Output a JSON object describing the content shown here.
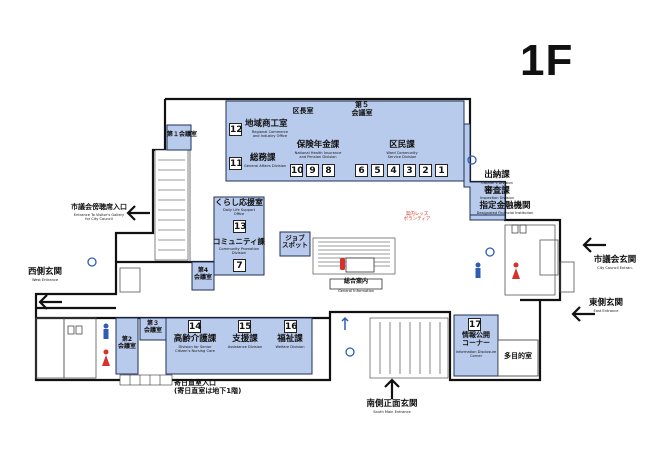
{
  "floor_label": "1F",
  "colors": {
    "room_fill": "#b9cbec",
    "room_stroke": "#1f2f57",
    "wall": "#111111",
    "hall": "#ffffff",
    "red": "#d4322a",
    "blue": "#2f5db3"
  },
  "icons": [
    "elevator-icon",
    "restroom-male-icon",
    "restroom-female-icon",
    "wheelchair-icon",
    "phone-icon",
    "staircase-icon",
    "escalator-icon",
    "arrow-icon"
  ],
  "rooms": {
    "gichou": {
      "name": "区長室"
    },
    "kaigi5": {
      "line1": "第５",
      "line2": "会議室"
    },
    "kaigi1": {
      "name": "第１会議室"
    },
    "chiiki": {
      "name": "地域商工室",
      "en1": "Regional Commerce",
      "en2": "and Industry Office",
      "num": "12"
    },
    "somu": {
      "name": "総務課",
      "en": "General Affairs Division",
      "num": "11"
    },
    "hoken": {
      "name": "保険年金課",
      "en1": "National Health Insurance",
      "en2": "and Pension Division",
      "nums": [
        "10",
        "9",
        "8"
      ]
    },
    "kumin": {
      "name": "区民課",
      "en1": "Ward Community",
      "en2": "Service Division",
      "nums": [
        "6",
        "5",
        "4",
        "3",
        "2",
        "1"
      ]
    },
    "suitou": {
      "name": "出納課",
      "en": "Cashier's Division"
    },
    "shinsa": {
      "name": "審査課",
      "en": "Inspection Division"
    },
    "shitei": {
      "name": "指定金融機関",
      "en": "Designated Financial Institution"
    },
    "kurashi": {
      "name": "くらし応援室",
      "en1": "Daily Life Support",
      "en2": "Office",
      "num": "13"
    },
    "community": {
      "name": "コミュニティ課",
      "en1": "Community Promotion",
      "en2": "Division",
      "num": "7"
    },
    "kaigi4": {
      "line1": "第4",
      "line2": "会議室"
    },
    "jobspot": {
      "line1": "ジョブ",
      "line2": "スポット"
    },
    "sougou": {
      "name": "総合案内",
      "en": "General Information"
    },
    "kaigi2": {
      "line1": "第2",
      "line2": "会議室"
    },
    "kaigi3": {
      "line1": "第３",
      "line2": "会議室"
    },
    "kourei": {
      "name": "高齢介護課",
      "en1": "Division for Senior",
      "en2": "Citizen's Nursing Care",
      "num": "14"
    },
    "shien": {
      "name": "支援課",
      "en": "Assistance Division",
      "num": "15"
    },
    "fukushi": {
      "name": "福祉課",
      "en": "Welfare Division",
      "num": "16"
    },
    "jouhou": {
      "name": "情報公開",
      "name2": "コーナー",
      "en1": "Information Disclosure",
      "en2": "Corner",
      "num": "17"
    },
    "tamokuteki": {
      "name": "多目的室"
    }
  },
  "notice": {
    "line1": "案内レッズ",
    "line2": "ボランティア"
  },
  "entrances": {
    "gikai_bouchou": {
      "name": "市議会傍聴席入口",
      "en1": "Entrance To Visitor's Gallery",
      "en2": "for City Council"
    },
    "west": {
      "name": "西側玄関",
      "en": "West Entrance"
    },
    "gikai": {
      "name": "市議会玄関",
      "en": "City Council Entran."
    },
    "east": {
      "name": "東側玄関",
      "en": "East Entrance"
    },
    "south": {
      "name": "南側正面玄関",
      "en": "South Main Entrance"
    },
    "kijitsu": {
      "line1": "寄日直室入口",
      "line2": "(寄日直室は地下1階)"
    }
  }
}
